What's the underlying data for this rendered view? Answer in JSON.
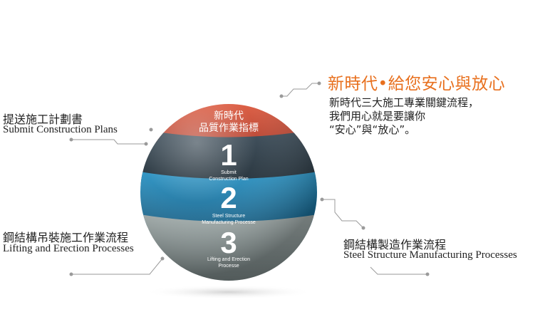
{
  "headline": "新時代•給您安心與放心",
  "intro": {
    "line1": "新時代三大施工專業關鍵流程，",
    "line2": "我們用心就是要讓你",
    "line3": "“安心”與“放心”。"
  },
  "sphere": {
    "top_band": {
      "line1": "新時代",
      "line2": "品質作業指標"
    },
    "bands": [
      {
        "number": "1",
        "caption_line1": "Submit",
        "caption_line2": "Construction Plan"
      },
      {
        "number": "2",
        "caption_line1": "Steel Structure",
        "caption_line2": "Manufacturing Processe"
      },
      {
        "number": "3",
        "caption_line1": "Lifting and Erection",
        "caption_line2": "Processe"
      }
    ]
  },
  "labels": {
    "submit": {
      "zh": "提送施工計劃書",
      "en": "Submit Construction Plans"
    },
    "lifting": {
      "zh": "鋼結構吊裝施工作業流程",
      "en": "Lifting and Erection Processes"
    },
    "manufacturing": {
      "zh": "鋼結構製造作業流程",
      "en": "Steel Structure Manufacturing Processes"
    }
  },
  "colors": {
    "accent": "#e8701e",
    "band_red": "#c84a34",
    "band_dark": "#2c3b47",
    "band_blue": "#1f7fae",
    "band_gray": "#8a9696"
  }
}
